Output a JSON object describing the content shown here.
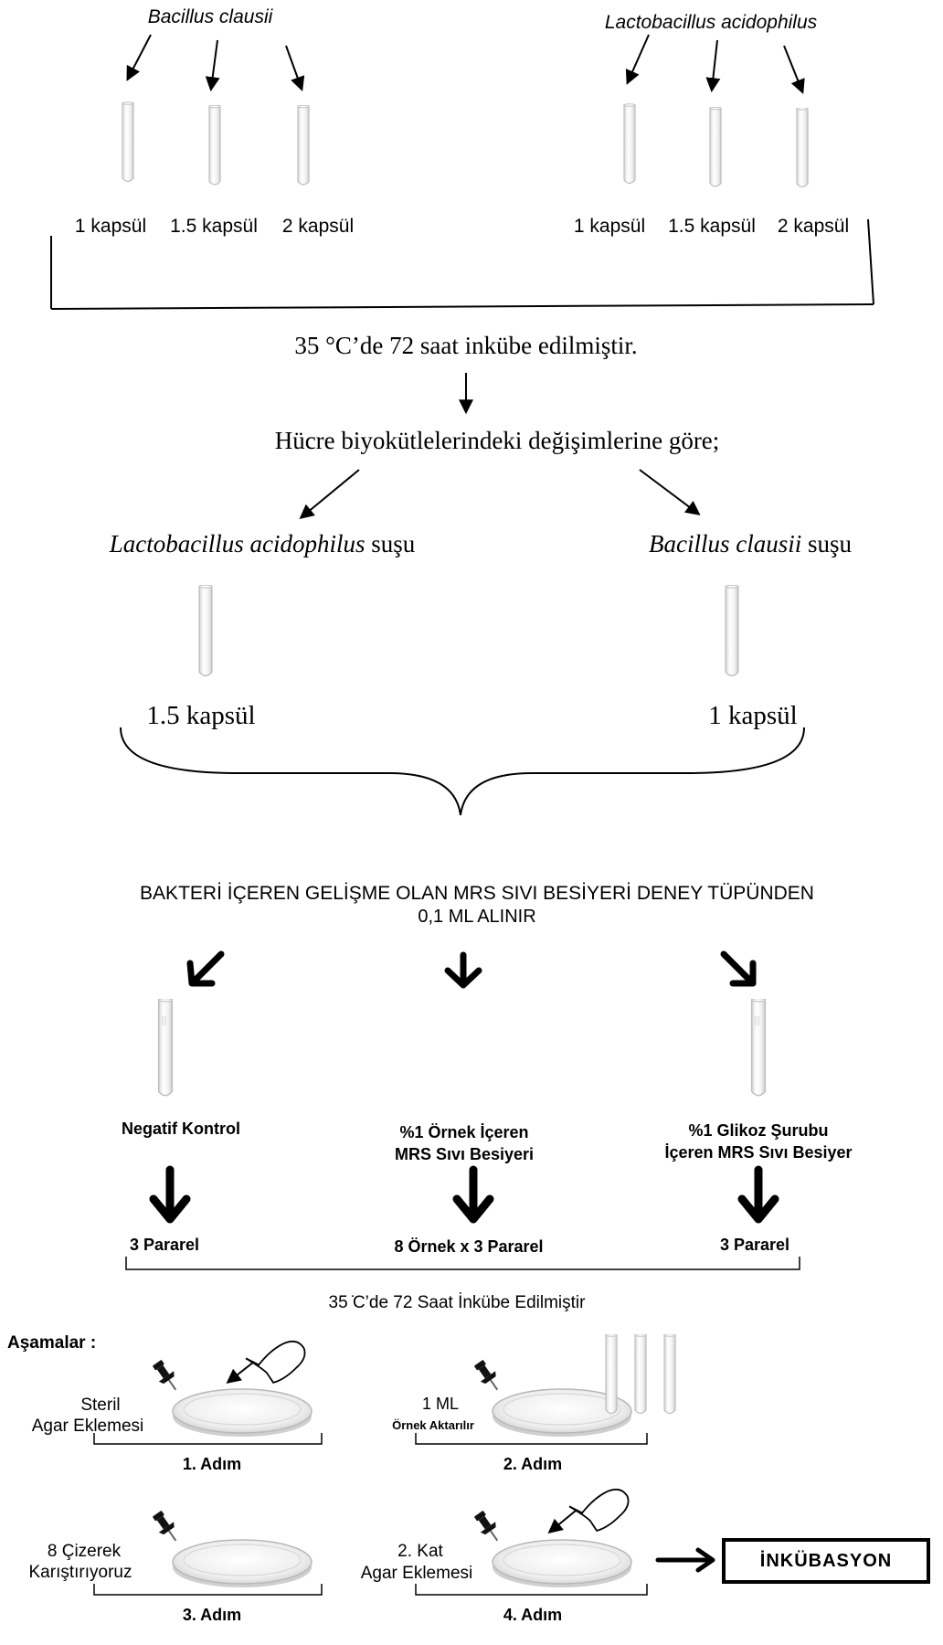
{
  "top": {
    "bacillus_title": "Bacillus clausii",
    "lacto_title": "Lactobacillus acidophilus",
    "left_doses": [
      "1 kapsül",
      "1.5 kapsül",
      "2 kapsül"
    ],
    "right_doses": [
      "1 kapsül",
      "1.5 kapsül",
      "2 kapsül"
    ]
  },
  "flow": {
    "incubation": "35 °C’de 72 saat inkübe edilmiştir.",
    "biomass": "Hücre biyokütlelerindeki değişimlerine göre;",
    "lacto_strain_italic": "Lactobacillus acidophilus",
    "bacillus_strain_italic": "Bacillus clausii",
    "strain_word": " suşu",
    "lacto_dose": "1.5 kapsül",
    "bacillus_dose": "1 kapsül"
  },
  "mrs": {
    "heading_line1": "BAKTERİ İÇEREN GELİŞME OLAN MRS SIVI BESİYERİ DENEY TÜPÜNDEN",
    "heading_line2": "0,1 ML ALINIR",
    "negative_control": "Negatif Kontrol",
    "sample_line1": "%1 Örnek İçeren",
    "sample_line2": "MRS Sıvı Besiyeri",
    "glucose_line1": "%1 Glikoz Şurubu",
    "glucose_line2": "İçeren MRS Sıvı Besiyer",
    "parallel_left": "3 Pararel",
    "parallel_middle": "8 Örnek x 3 Pararel",
    "parallel_right": "3 Pararel",
    "incubation": "35 ̇C’de 72 Saat İnkübe Edilmiştir"
  },
  "steps": {
    "stages_label": "Aşamalar :",
    "step1_line1": "Steril",
    "step1_line2": "Agar Eklemesi",
    "step1_title": "1. Adım",
    "step2_line1": "1 ML",
    "step2_line2": "Örnek Aktarılır",
    "step2_title": "2. Adım",
    "step3_line1": "8 Çizerek",
    "step3_line2": "Karıştırıyoruz",
    "step3_title": "3. Adım",
    "step4_line1": "2. Kat",
    "step4_line2": "Agar Eklemesi",
    "step4_title": "4. Adım",
    "final_box": "İNKÜBASYON"
  }
}
